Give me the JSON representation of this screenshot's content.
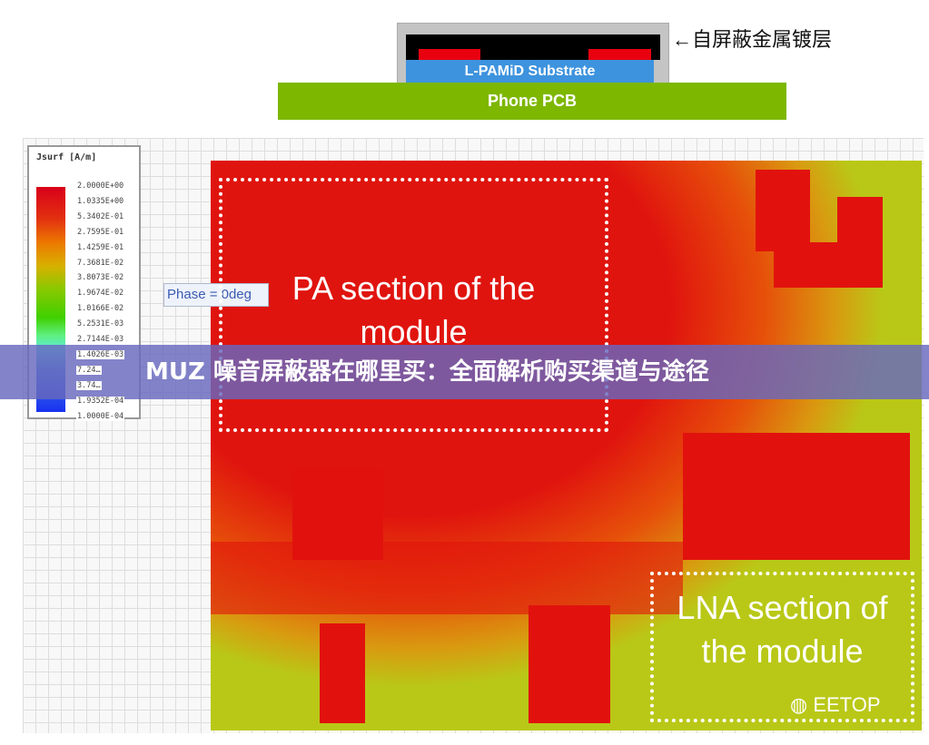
{
  "cross_section": {
    "substrate_label": "L-PAMiD Substrate",
    "pcb_label": "Phone PCB",
    "shield_label": "←自屏蔽金属镀层"
  },
  "simulation": {
    "legend": {
      "title": "Jsurf [A/m]",
      "ticks": [
        "2.0000E+00",
        "1.0335E+00",
        "5.3402E-01",
        "2.7595E-01",
        "1.4259E-01",
        "7.3681E-02",
        "3.8073E-02",
        "1.9674E-02",
        "1.0166E-02",
        "5.2531E-03",
        "2.7144E-03",
        "1.4026E-03",
        "7.24…",
        "3.74…",
        "1.9352E-04",
        "1.0000E-04"
      ]
    },
    "phase_label": "Phase = 0deg",
    "pa_label": "PA section of the module",
    "lna_label": "LNA section of the module"
  },
  "banner": {
    "title": "MUZ 噪音屏蔽器在哪里买：全面解析购买渠道与途径"
  },
  "watermark": {
    "text": "EETOP",
    "icon": "wechat-icon"
  }
}
